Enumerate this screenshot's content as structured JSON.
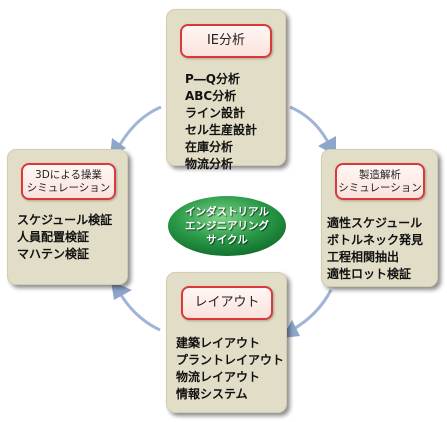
{
  "center": {
    "lines": [
      "インダストリアル",
      "エンジニアリング",
      "サイクル"
    ]
  },
  "top": {
    "title": "IE分析",
    "items": [
      "P―Q分析",
      "ABC分析",
      "ライン設計",
      "セル生産設計",
      "在庫分析",
      "物流分析"
    ]
  },
  "left": {
    "title_lines": [
      "3Dによる操業",
      "シミュレーション"
    ],
    "items": [
      "スケジュール検証",
      "人員配置検証",
      "マハテン検証"
    ]
  },
  "right": {
    "title_lines": [
      "製造解析",
      "シミュレーション"
    ],
    "items": [
      "適性スケジュール",
      "ボトルネック発見",
      "工程相関抽出",
      "適性ロット検証"
    ]
  },
  "bottom": {
    "title": "レイアウト",
    "items": [
      "建築レイアウト",
      "プラントレイアウト",
      "物流レイアウト",
      "情報システム"
    ]
  },
  "colors": {
    "box_fill": "#e2ddc6",
    "pill_border": "#d83a3a",
    "arrow": "#8ea6cc",
    "center_ellipse": "#1e8a3c"
  }
}
